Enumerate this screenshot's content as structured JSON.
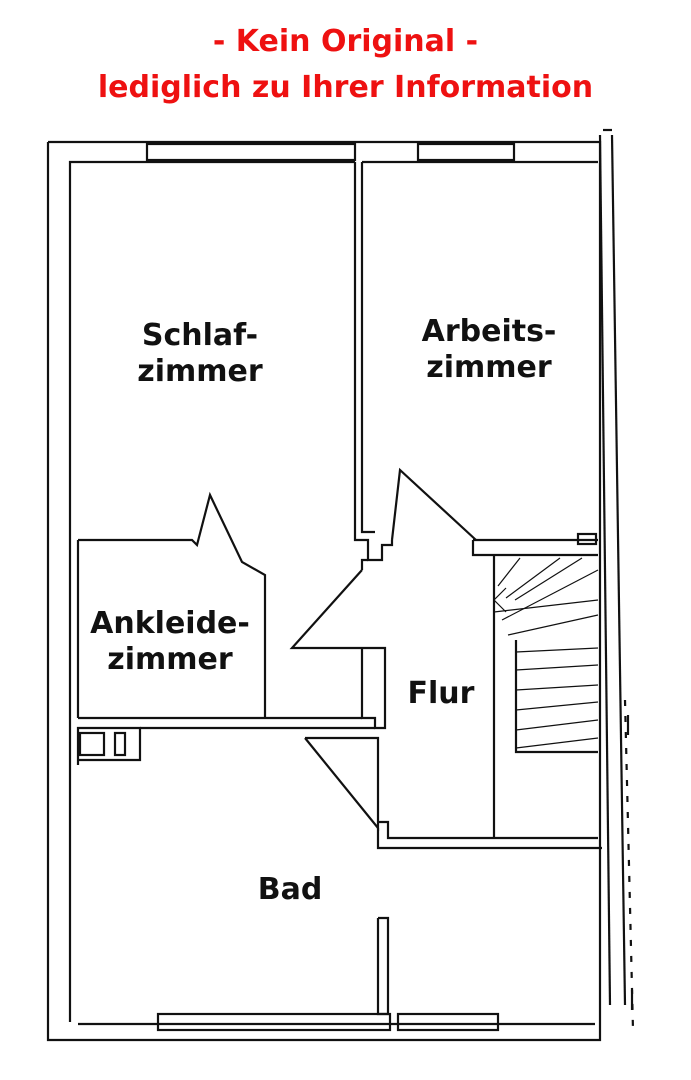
{
  "disclaimer": {
    "line1": "- Kein Original -",
    "line2": "lediglich zu Ihrer Information",
    "color": "#ee1111"
  },
  "rooms": {
    "schlafzimmer": {
      "line1": "Schlaf-",
      "line2": "zimmer"
    },
    "arbeitszimmer": {
      "line1": "Arbeits-",
      "line2": "zimmer"
    },
    "ankleidezimmer": {
      "line1": "Ankleide-",
      "line2": "zimmer"
    },
    "flur": {
      "line1": "Flur"
    },
    "bad": {
      "line1": "Bad"
    }
  },
  "colors": {
    "wall": "#111111",
    "text": "#111111"
  }
}
